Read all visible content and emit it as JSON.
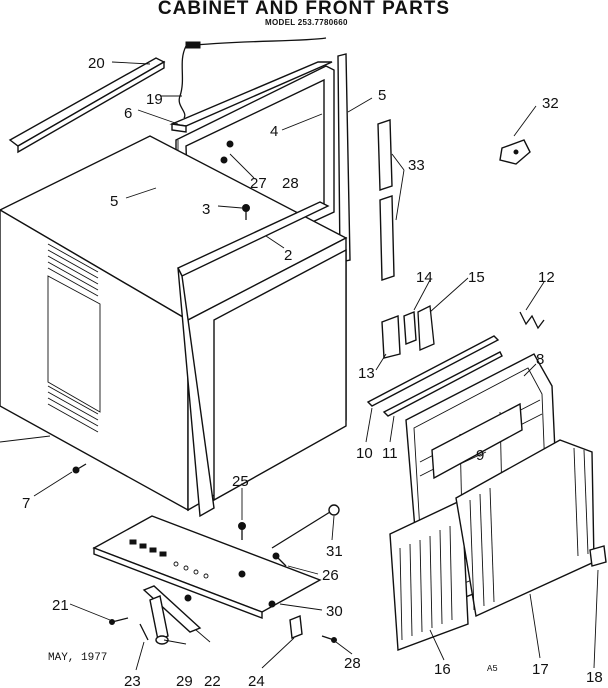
{
  "title": "CABINET AND FRONT PARTS",
  "model": "MODEL 253.7780660",
  "date": "MAY, 1977",
  "page_code": "A5",
  "callouts": {
    "c2": "2",
    "c3": "3",
    "c4": "4",
    "c5a": "5",
    "c5b": "5",
    "c6": "6",
    "c7": "7",
    "c8": "8",
    "c9": "9",
    "c10": "10",
    "c11": "11",
    "c12": "12",
    "c13": "13",
    "c14": "14",
    "c15": "15",
    "c16": "16",
    "c17": "17",
    "c18": "18",
    "c19": "19",
    "c20": "20",
    "c21": "21",
    "c22": "22",
    "c23": "23",
    "c24": "24",
    "c25": "25",
    "c26": "26",
    "c27": "27",
    "c28a": "28",
    "c28b": "28",
    "c29": "29",
    "c30": "30",
    "c31": "31",
    "c32": "32",
    "c33": "33"
  }
}
